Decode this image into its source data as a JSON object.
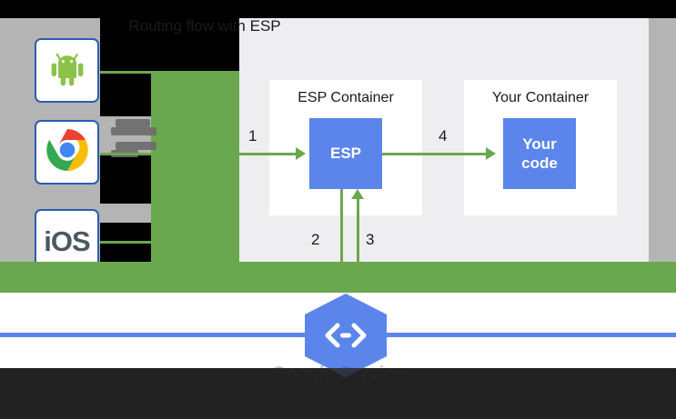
{
  "diagram": {
    "title": "Routing flow with ESP",
    "containers": [
      {
        "name": "esp-container",
        "label": "ESP Container",
        "box_label": "ESP"
      },
      {
        "name": "your-container",
        "label": "Your Container",
        "box_label": "Your\ncode"
      }
    ],
    "box_labels": {
      "esp": "ESP",
      "your_code_line1": "Your",
      "your_code_line2": "code"
    },
    "steps": [
      "1",
      "2",
      "3",
      "4"
    ],
    "clients": [
      {
        "name": "android-icon",
        "label": ""
      },
      {
        "name": "chrome-icon",
        "label": ""
      },
      {
        "name": "ios-icon",
        "label": "iOS"
      }
    ],
    "service_node": {
      "icon": "code-brackets-icon",
      "glyph": "⟨—⟩",
      "caption": "Google Service",
      "caption_sub": "Control (ESP)"
    }
  },
  "colors": {
    "green": "#6aa84f",
    "blue": "#5b85ea",
    "panel_bg": "#eeeef0",
    "gray_bg": "#b4b4b4",
    "white": "#ffffff",
    "black": "#000000",
    "dark_overlay": "#3d3d3d",
    "tile_border": "#2a5db0"
  }
}
